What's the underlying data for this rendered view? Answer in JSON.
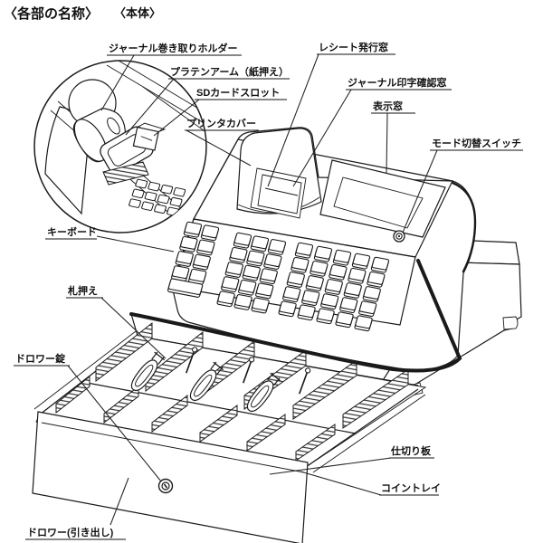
{
  "title": {
    "main": "〈各部の名称〉",
    "sub": "〈本体〉"
  },
  "labels": {
    "journal_holder": "ジャーナル巻き取りホルダー",
    "platen_arm": "プラテンアーム（紙押え）",
    "sd_card_slot": "SDカードスロット",
    "printer_cover": "プリンタカバー",
    "receipt_window": "レシート発行窓",
    "journal_print_window": "ジャーナル印字確認窓",
    "display_window": "表示窓",
    "mode_switch": "モード切替スイッチ",
    "keyboard": "キーボード",
    "bill_holder": "札押え",
    "drawer_lock": "ドロワー錠",
    "divider_plate": "仕切り板",
    "coin_tray": "コイントレイ",
    "drawer": "ドロワー(引き出し)"
  },
  "colors": {
    "line": "#1a1a1a",
    "background": "#ffffff"
  }
}
